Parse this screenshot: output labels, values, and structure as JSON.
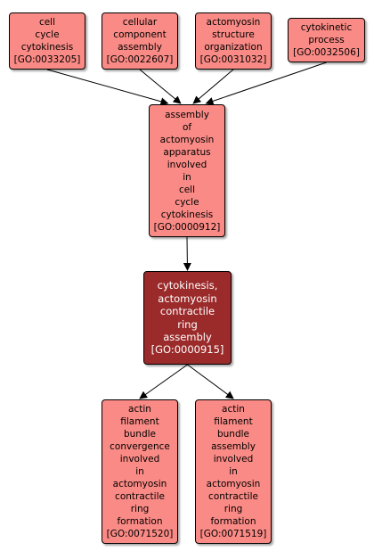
{
  "colors": {
    "node_fill": "#fa8a85",
    "focus_fill": "#9b2a2a",
    "focus_text": "#ffffff",
    "node_text": "#000000",
    "edge": "#000000"
  },
  "nodes": [
    {
      "id": "go0033205",
      "lines": [
        "cell",
        "cycle",
        "cytokinesis",
        "[GO:0033205]"
      ]
    },
    {
      "id": "go0022607",
      "lines": [
        "cellular",
        "component",
        "assembly",
        "[GO:0022607]"
      ]
    },
    {
      "id": "go0031032",
      "lines": [
        "actomyosin",
        "structure",
        "organization",
        "[GO:0031032]"
      ]
    },
    {
      "id": "go0032506",
      "lines": [
        "cytokinetic",
        "process",
        "[GO:0032506]"
      ]
    },
    {
      "id": "go0000912",
      "lines": [
        "assembly",
        "of",
        "actomyosin",
        "apparatus",
        "involved",
        "in",
        "cell",
        "cycle",
        "cytokinesis",
        "[GO:0000912]"
      ]
    },
    {
      "id": "go0000915",
      "focus": true,
      "lines": [
        "cytokinesis,",
        "actomyosin",
        "contractile",
        "ring",
        "assembly",
        "[GO:0000915]"
      ]
    },
    {
      "id": "go0071520",
      "lines": [
        "actin",
        "filament",
        "bundle",
        "convergence",
        "involved",
        "in",
        "actomyosin",
        "contractile",
        "ring",
        "formation",
        "[GO:0071520]"
      ]
    },
    {
      "id": "go0071519",
      "lines": [
        "actin",
        "filament",
        "bundle",
        "assembly",
        "involved",
        "in",
        "actomyosin",
        "contractile",
        "ring",
        "formation",
        "[GO:0071519]"
      ]
    }
  ],
  "edges": [
    {
      "from": "go0033205",
      "to": "go0000912"
    },
    {
      "from": "go0022607",
      "to": "go0000912"
    },
    {
      "from": "go0031032",
      "to": "go0000912"
    },
    {
      "from": "go0032506",
      "to": "go0000912"
    },
    {
      "from": "go0000912",
      "to": "go0000915"
    },
    {
      "from": "go0000915",
      "to": "go0071520"
    },
    {
      "from": "go0000915",
      "to": "go0071519"
    }
  ]
}
